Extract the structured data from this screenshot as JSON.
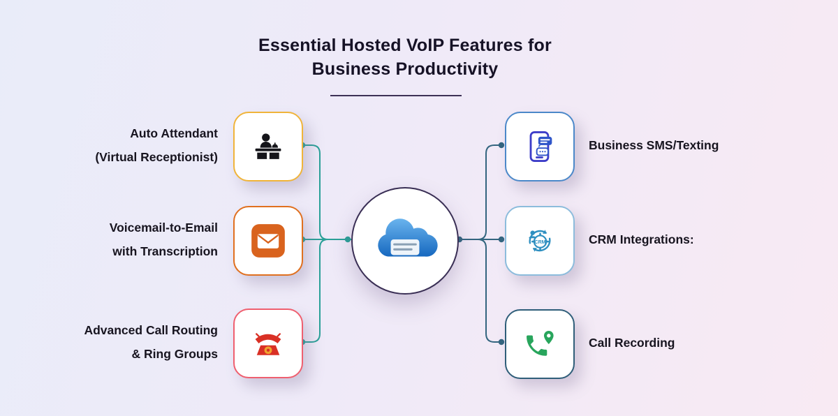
{
  "title": {
    "line1": "Essential Hosted VoIP Features for",
    "line2": "Business Productivity"
  },
  "hub": {
    "icon": "cloud-pbx-icon"
  },
  "features": {
    "left": [
      {
        "label1": "Auto Attendant",
        "label2": "(Virtual Receptionist)",
        "border_color": "#f0b43a",
        "icon": "receptionist-icon"
      },
      {
        "label1": "Voicemail-to-Email",
        "label2": "with Transcription",
        "border_color": "#e0701f",
        "icon": "voicemail-envelope-icon"
      },
      {
        "label1": "Advanced Call Routing",
        "label2": "& Ring Groups",
        "border_color": "#ef5f6f",
        "icon": "rotary-telephone-icon"
      }
    ],
    "right": [
      {
        "label1": "Business SMS/Texting",
        "border_color": "#4b88c9",
        "icon": "sms-phone-icon"
      },
      {
        "label1": "CRM Integrations:",
        "border_color": "#8cbcdc",
        "icon": "crm-gear-icon",
        "icon_text": "CRM"
      },
      {
        "label1": "Call Recording",
        "border_color": "#2f5e79",
        "icon": "call-recording-icon"
      }
    ]
  },
  "connectors": {
    "left_color": "#2aa198",
    "right_color": "#33657f"
  }
}
